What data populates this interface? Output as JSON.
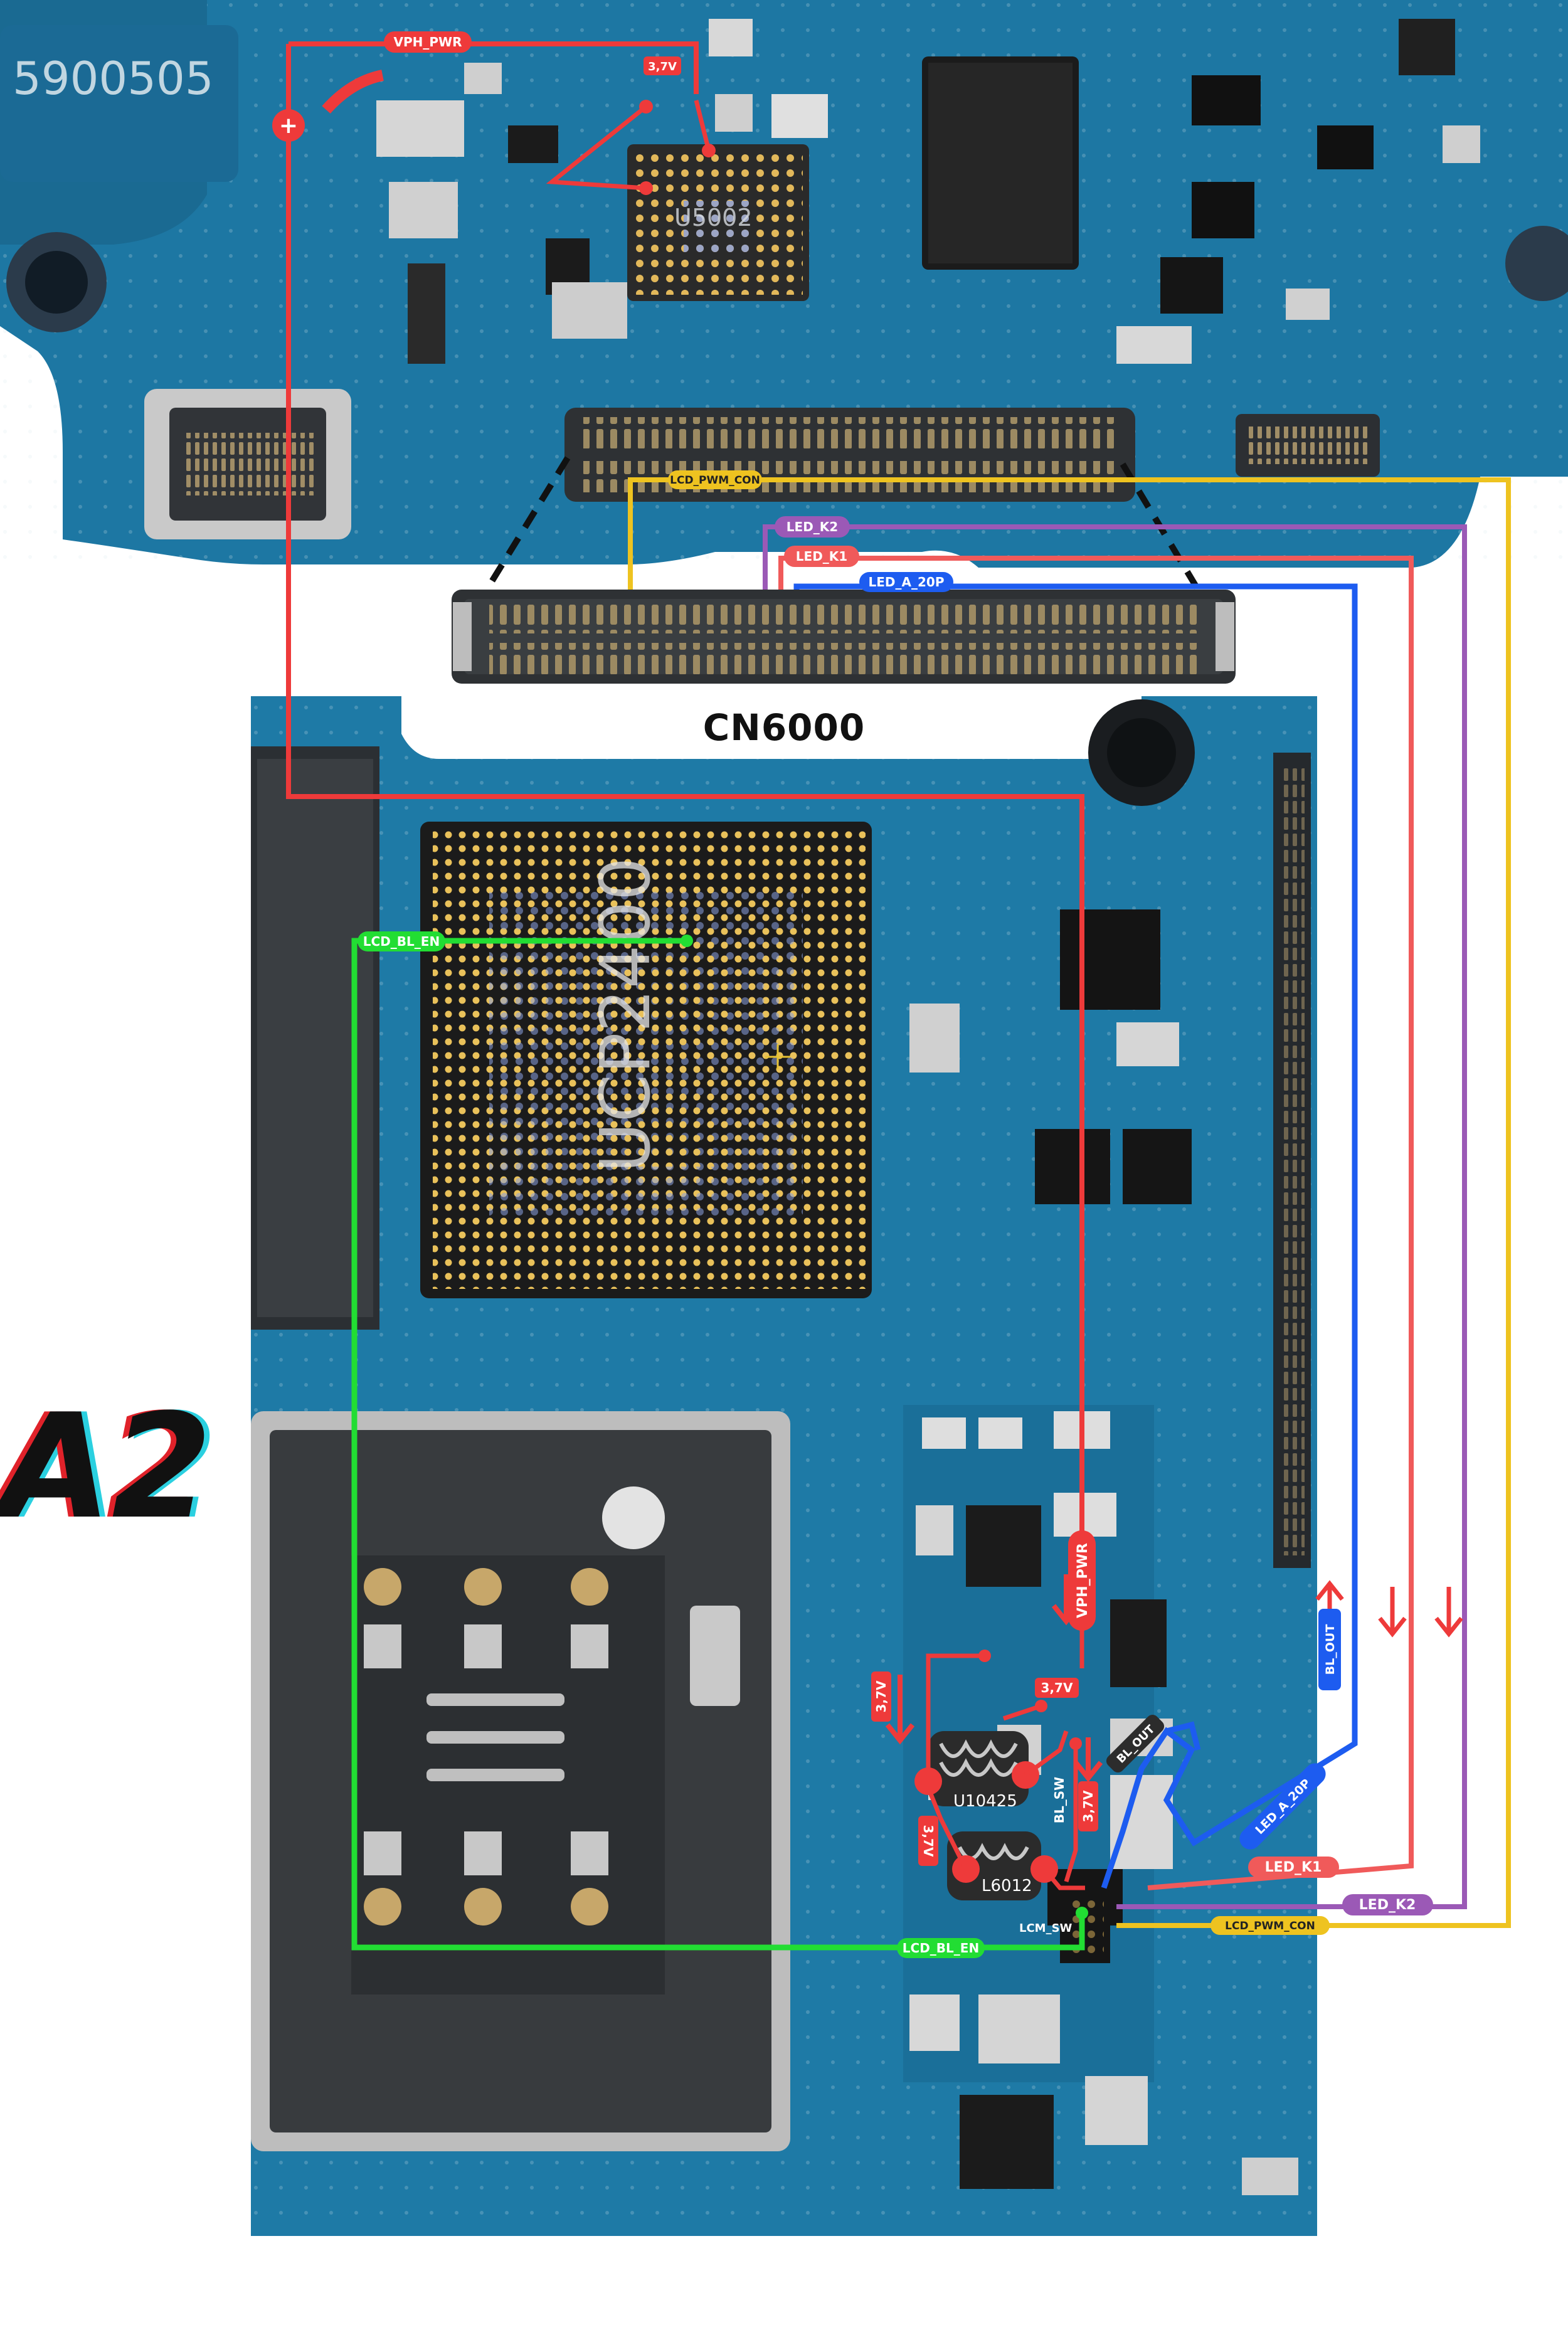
{
  "title": "A2",
  "connector_label": "CN6000",
  "board_top_marking": "5900505",
  "ic_top_marking": "U5002",
  "soc_marking": "UCP2400",
  "inductor_1": "U10425",
  "inductor_2": "L6012",
  "net_labels": {
    "vph_pwr_top": "VPH_PWR",
    "vph_pwr_bottom": "VPH_PWR",
    "lcd_pwm_con_top": "LCD_PWM_CON",
    "lcd_pwm_con_bottom": "LCD_PWM_CON",
    "led_k2_top": "LED_K2",
    "led_k2_bottom": "LED_K2",
    "led_k1_top": "LED_K1",
    "led_k1_bottom": "LED_K1",
    "led_a_20p_top": "LED_A_20P",
    "led_a_20p_bottom": "LED_A_20P",
    "lcd_bl_en_top": "LCD_BL_EN",
    "lcd_bl_en_bottom": "LCD_BL_EN",
    "bl_out_right": "BL_OUT",
    "bl_out_chip": "BL_OUT",
    "bl_sw": "BL_SW",
    "lcm_sw": "LCM_SW"
  },
  "voltages": {
    "top_ic": "3,7V",
    "left_inductor": "3,7V",
    "vph_node": "3,7V",
    "right_node": "3,7V",
    "lower_inductor": "3,7V"
  },
  "colors": {
    "vph_pwr": "#ee3a3a",
    "led_k1": "#f05a5a",
    "led_k2": "#9b59b6",
    "led_a_20p": "#1d5cf0",
    "lcd_pwm_con": "#eec320",
    "lcd_bl_en": "#22dd33",
    "board": "#1e7aa6"
  }
}
